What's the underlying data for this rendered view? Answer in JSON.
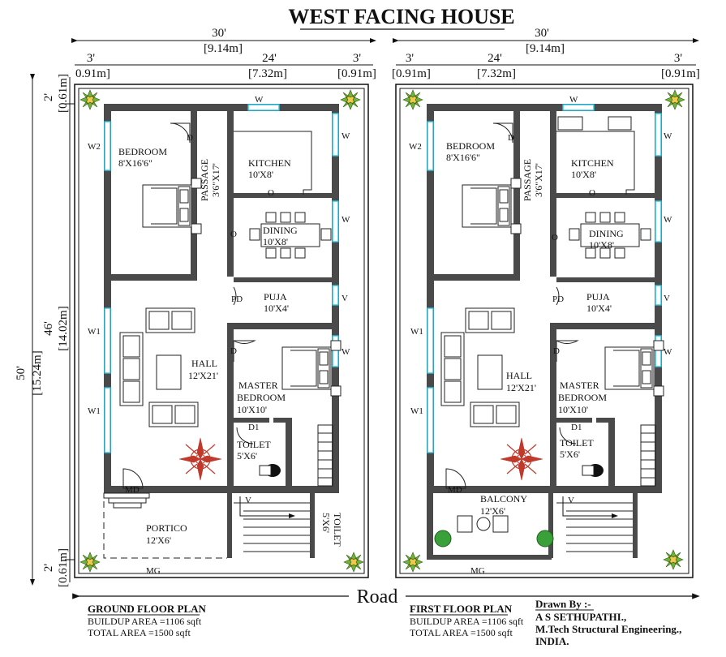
{
  "title": "WEST FACING HOUSE",
  "dims": {
    "total_width_ft": "30'",
    "total_width_m": "[9.14m]",
    "side_ft": "3'",
    "side_m": "0.91m]",
    "side_m_left": "0.91m]",
    "center_ft": "24'",
    "center_m": "[7.32m]",
    "setback_ft": "2'",
    "setback_m": "[0.61m]",
    "inner_len_ft": "46'",
    "inner_len_m": "[14.02m]",
    "plot_len_ft": "50'",
    "plot_len_m": "[15.24m]"
  },
  "ground": {
    "heading": "GROUND FLOOR PLAN",
    "buildup": "BUILDUP AREA =1106 sqft",
    "total": "TOTAL AREA =1500 sqft",
    "bedroom": "BEDROOM",
    "bedroom_size": "8'X16'6\"",
    "passage": "PASSAGE",
    "passage_size": "3'6\"X17'",
    "kitchen": "KITCHEN",
    "kitchen_size": "10'X8'",
    "dining": "DINING",
    "dining_size": "10'X8'",
    "puja": "PUJA",
    "puja_size": "10'X4'",
    "hall": "HALL",
    "hall_size": "12'X21'",
    "master1": "MASTER",
    "master2": "BEDROOM",
    "master_size": "10'X10'",
    "toilet": "TOILET",
    "toilet_size": "5'X6'",
    "portico": "PORTICO",
    "portico_size": "12'X6'",
    "toilet2": "TOILET",
    "toilet2_size": "5'X6'",
    "mg": "MG",
    "md": "MD",
    "d": "D",
    "d1": "D1",
    "pd": "PD",
    "w": "W",
    "w1": "W1",
    "w2": "W2",
    "v": "V",
    "o": "O"
  },
  "first": {
    "heading": "FIRST FLOOR PLAN",
    "buildup": "BUILDUP AREA =1106 sqft",
    "total": "TOTAL AREA =1500 sqft",
    "bedroom": "BEDROOM",
    "bedroom_size": "8'X16'6\"",
    "passage": "PASSAGE",
    "passage_size": "3'6\"X17'",
    "kitchen": "KITCHEN",
    "kitchen_size": "10'X8'",
    "dining": "DINING",
    "dining_size": "10'X8'",
    "puja": "PUJA",
    "puja_size": "10'X4'",
    "hall": "HALL",
    "hall_size": "12'X21'",
    "master1": "MASTER",
    "master2": "BEDROOM",
    "master_size": "10'X10'",
    "toilet": "TOILET",
    "toilet_size": "5'X6'",
    "balcony": "BALCONY",
    "balcony_size": "12'X6'",
    "mg": "MG",
    "md": "MD",
    "d": "D",
    "d1": "D1",
    "pd": "PD",
    "w": "W",
    "w1": "W1",
    "w2": "W2",
    "v": "V",
    "o": "O"
  },
  "road": "Road",
  "drawn": {
    "label": "Drawn By :-",
    "name": "A S SETHUPATHI.,",
    "degree": "M.Tech Structural Engineering.,",
    "country": "INDIA."
  },
  "colors": {
    "wall": "#4a4a4a",
    "window": "#29c6e6",
    "plant": "#3aa13a"
  }
}
